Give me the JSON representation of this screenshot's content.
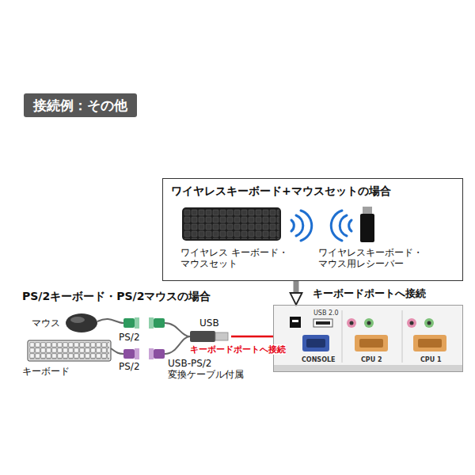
{
  "diagram": {
    "title": "接続例：その他",
    "nodes": [
      {
        "text": [
          "ワイヤレスキーボード+マウスセットの場合"
        ]
      },
      {
        "text": [
          "USB 2.0",
          "CONSOLE",
          "CPU 2",
          "CPU 1"
        ]
      }
    ],
    "edges": [
      {
        "from": 0,
        "to": 1,
        "arrow": "to"
      }
    ],
    "labels": [
      "PS/2キーボード・PS/2マウスの場合",
      "マウス",
      "キーボード",
      "PS/2",
      "PS/2",
      "USB",
      "キーボードポートへ接続",
      "USB-PS/2 変換ケーブル付属",
      "キーボードポートへ接続",
      "ワイヤレス キーボード・マウスセット",
      "ワイヤレスキーボード・ マウス用レシーバー"
    ]
  }
}
